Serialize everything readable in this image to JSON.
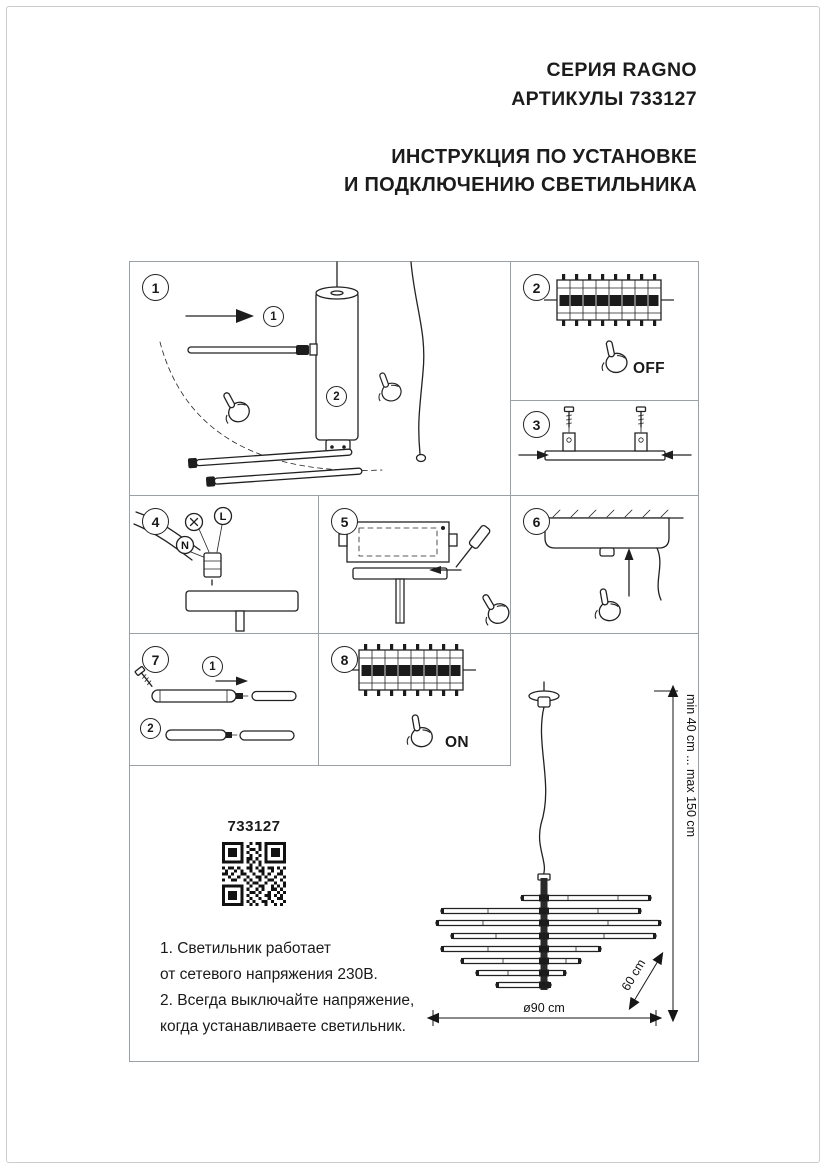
{
  "header": {
    "series": "СЕРИЯ RAGNO",
    "articles": "АРТИКУЛЫ 733127",
    "instruction1": "ИНСТРУКЦИЯ ПО УСТАНОВКЕ",
    "instruction2": "И ПОДКЛЮЧЕНИЮ СВЕТИЛЬНИКА"
  },
  "steps": [
    "1",
    "2",
    "3",
    "4",
    "5",
    "6",
    "7",
    "8"
  ],
  "substeps": {
    "p1": [
      "1",
      "2"
    ],
    "p7": [
      "1",
      "2"
    ]
  },
  "power": {
    "off": "OFF",
    "on": "ON"
  },
  "wiring": {
    "line": "L",
    "neutral": "N"
  },
  "product": {
    "article": "733127"
  },
  "notes": {
    "lines": [
      "1. Светильник работает",
      "от сетевого напряжения 230В.",
      "2. Всегда выключайте напряжение,",
      "когда устанавливаете светильник."
    ]
  },
  "dimensions": {
    "height": "min 40 cm ... max 150 cm",
    "depth": "60 cm",
    "diameter": "ø90 cm"
  },
  "colors": {
    "ink": "#1d1d1d",
    "grid": "#9aa0a4"
  }
}
